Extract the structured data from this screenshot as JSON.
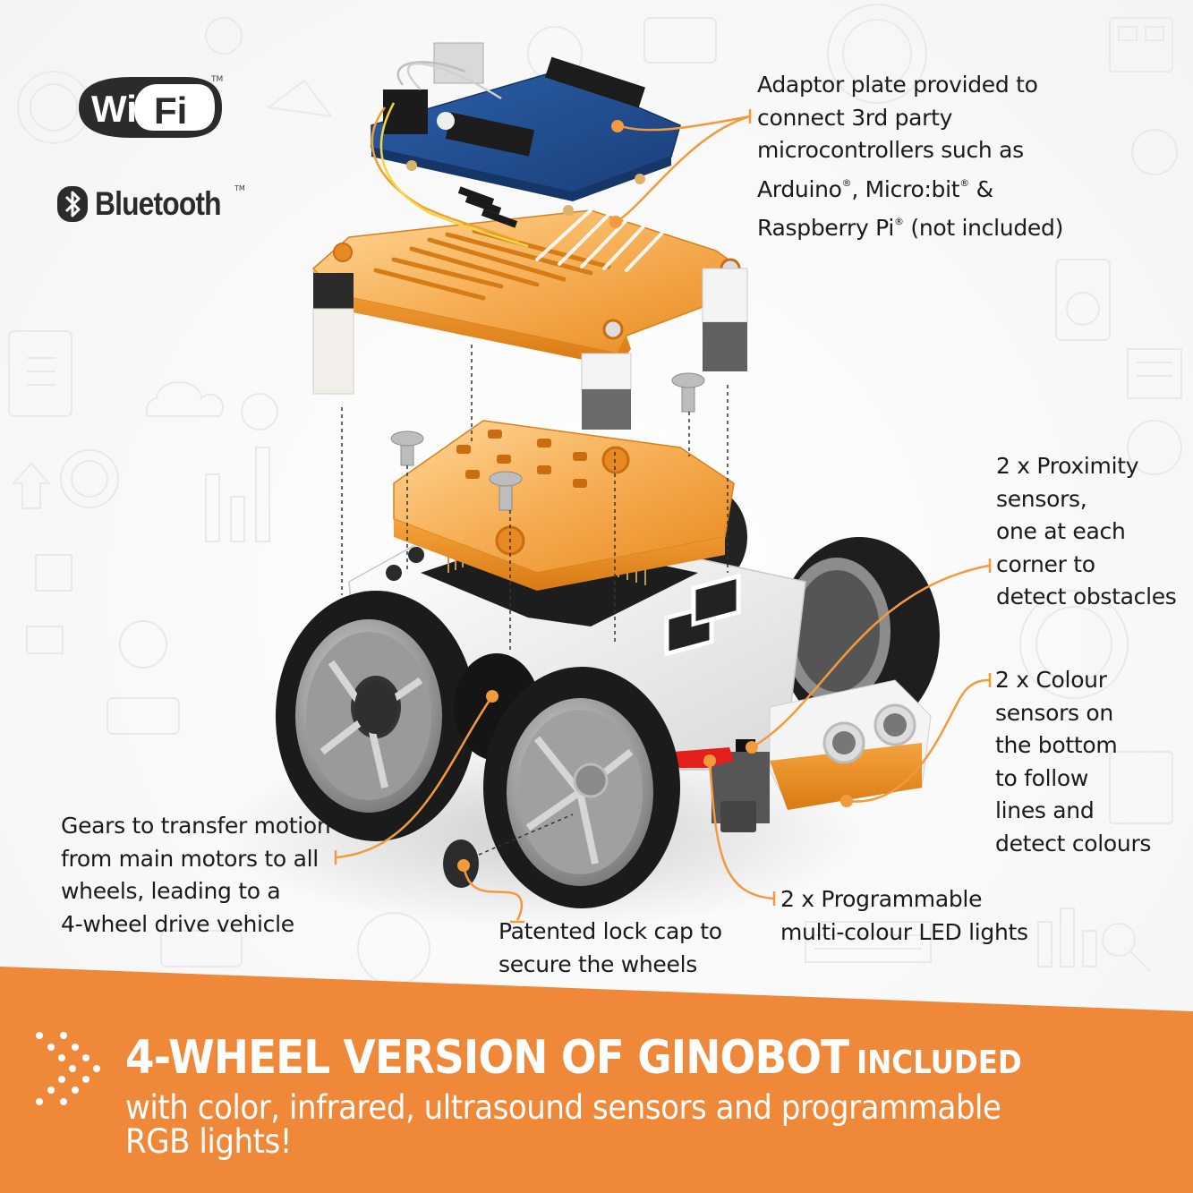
{
  "colors": {
    "accent_orange": "#EF8839",
    "callout_line": "#F29A3C",
    "text_dark": "#1a1a1a",
    "background": "#ffffff",
    "doodle_line": "#ececec"
  },
  "logos": {
    "wifi": {
      "part1": "Wi",
      "part2": "Fi",
      "tm": "TM"
    },
    "bluetooth": {
      "label": "Bluetooth",
      "tm": "TM"
    }
  },
  "callouts": {
    "adaptor": {
      "lines": [
        "Adaptor plate provided to",
        "connect 3rd party",
        "microcontrollers such as",
        "Arduino®, Micro:bit® &",
        "Raspberry Pi® (not included)"
      ]
    },
    "proximity": {
      "lines": [
        "2 x Proximity",
        "sensors,",
        "one at each",
        "corner to",
        "detect obstacles"
      ]
    },
    "colour": {
      "lines": [
        "2 x Colour",
        "sensors on",
        "the bottom",
        "to follow",
        "lines and",
        "detect colours"
      ]
    },
    "gears": {
      "lines": [
        "Gears to transfer motion",
        "from main motors to all",
        "wheels, leading to a",
        "4-wheel drive vehicle"
      ]
    },
    "lockcap": {
      "lines": [
        "Patented lock cap to",
        "secure the wheels"
      ]
    },
    "led": {
      "lines": [
        "2 x Programmable",
        "multi-colour LED lights"
      ]
    }
  },
  "banner": {
    "title_main": "4-WHEEL VERSION OF GINOBOT",
    "title_suffix": "INCLUDED",
    "subtitle": "with color, infrared, ultrasound sensors and programmable RGB lights!",
    "icon": "dotted-chevron-icon"
  },
  "product": {
    "name": "Ginobot 4-wheel robot",
    "parts": [
      "microcontroller-board",
      "adaptor-plate",
      "top-cover",
      "chassis",
      "front-left-wheel",
      "front-right-wheel",
      "rear-wheel",
      "ultrasound-sensor",
      "red-led",
      "lock-cap",
      "gear"
    ]
  }
}
